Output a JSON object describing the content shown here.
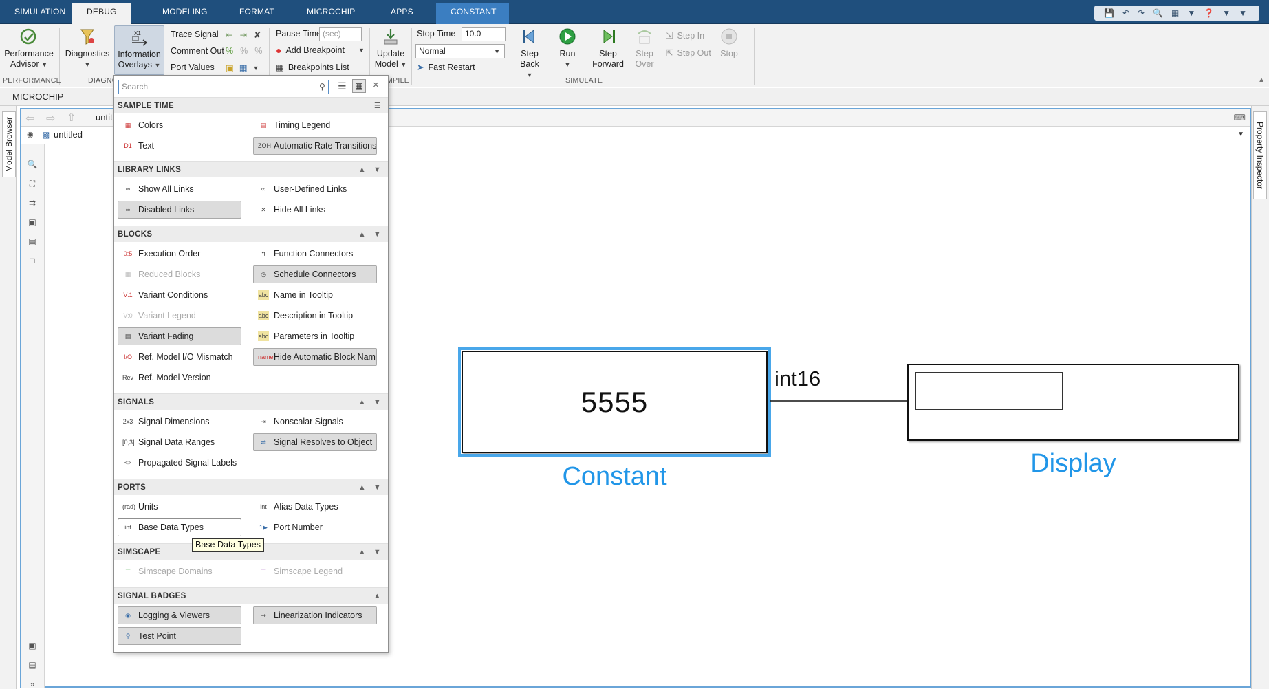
{
  "ribbon_tabs": [
    "SIMULATION",
    "DEBUG",
    "MODELING",
    "FORMAT",
    "MICROCHIP",
    "APPS",
    "CONSTANT"
  ],
  "ribbon": {
    "performance_advisor": "Performance Advisor",
    "diagnostics": "Diagnostics",
    "information_overlays": "Information Overlays",
    "trace_signal": "Trace Signal",
    "comment_out": "Comment Out",
    "port_values": "Port Values",
    "pause_time": "Pause Time",
    "pause_time_placeholder": "(sec)",
    "add_breakpoint": "Add Breakpoint",
    "breakpoints_list": "Breakpoints List",
    "update_model": "Update Model",
    "stop_time_label": "Stop Time",
    "stop_time_value": "10.0",
    "sim_mode": "Normal",
    "fast_restart": "Fast Restart",
    "step_back": "Step Back",
    "run": "Run",
    "step_forward": "Step Forward",
    "step_over": "Step Over",
    "step_in": "Step In",
    "step_out": "Step Out",
    "stop": "Stop",
    "group_performance": "PERFORMANCE",
    "group_diagnostics": "DIAGNO",
    "group_compile": "MPILE",
    "group_simulate": "SIMULATE"
  },
  "model_tab": "MICROCHIP",
  "model_name": "untitled",
  "model_name_partial": "untit",
  "docks": {
    "left": "Model Browser",
    "right": "Property Inspector"
  },
  "overlay_panel": {
    "search_placeholder": "Search",
    "sections": {
      "sample_time": "SAMPLE TIME",
      "library_links": "LIBRARY LINKS",
      "blocks": "BLOCKS",
      "signals": "SIGNALS",
      "ports": "PORTS",
      "simscape": "SIMSCAPE",
      "signal_badges": "SIGNAL BADGES"
    },
    "items": {
      "colors": "Colors",
      "timing_legend": "Timing Legend",
      "text": "Text",
      "automatic_rate_transitions": "Automatic Rate Transitions",
      "show_all_links": "Show All Links",
      "user_defined_links": "User-Defined Links",
      "disabled_links": "Disabled Links",
      "hide_all_links": "Hide All Links",
      "execution_order": "Execution Order",
      "function_connectors": "Function Connectors",
      "reduced_blocks": "Reduced Blocks",
      "schedule_connectors": "Schedule Connectors",
      "variant_conditions": "Variant Conditions",
      "name_in_tooltip": "Name in Tooltip",
      "variant_legend": "Variant Legend",
      "description_in_tooltip": "Description in Tooltip",
      "variant_fading": "Variant Fading",
      "parameters_in_tooltip": "Parameters in Tooltip",
      "ref_model_io_mismatch": "Ref. Model I/O Mismatch",
      "hide_automatic_block_names": "Hide Automatic Block Nam...",
      "ref_model_version": "Ref. Model Version",
      "signal_dimensions": "Signal Dimensions",
      "nonscalar_signals": "Nonscalar Signals",
      "signal_data_ranges": "Signal Data Ranges",
      "signal_resolves_to_object": "Signal Resolves to Object",
      "propagated_signal_labels": "Propagated Signal Labels",
      "units": "Units",
      "alias_data_types": "Alias Data Types",
      "base_data_types": "Base Data Types",
      "port_number": "Port Number",
      "simscape_domains": "Simscape Domains",
      "simscape_legend": "Simscape Legend",
      "logging_viewers": "Logging & Viewers",
      "linearization_indicators": "Linearization Indicators",
      "test_point": "Test Point"
    },
    "tooltip": "Base Data Types"
  },
  "canvas": {
    "constant_value": "5555",
    "constant_name": "Constant",
    "signal_label": "int16",
    "display_name": "Display"
  },
  "colors": {
    "ribbon_bar": "#1f4f7d",
    "contextual_tab": "#3b7ec1",
    "block_name": "#2196e8",
    "selection": "#49a7ea"
  }
}
